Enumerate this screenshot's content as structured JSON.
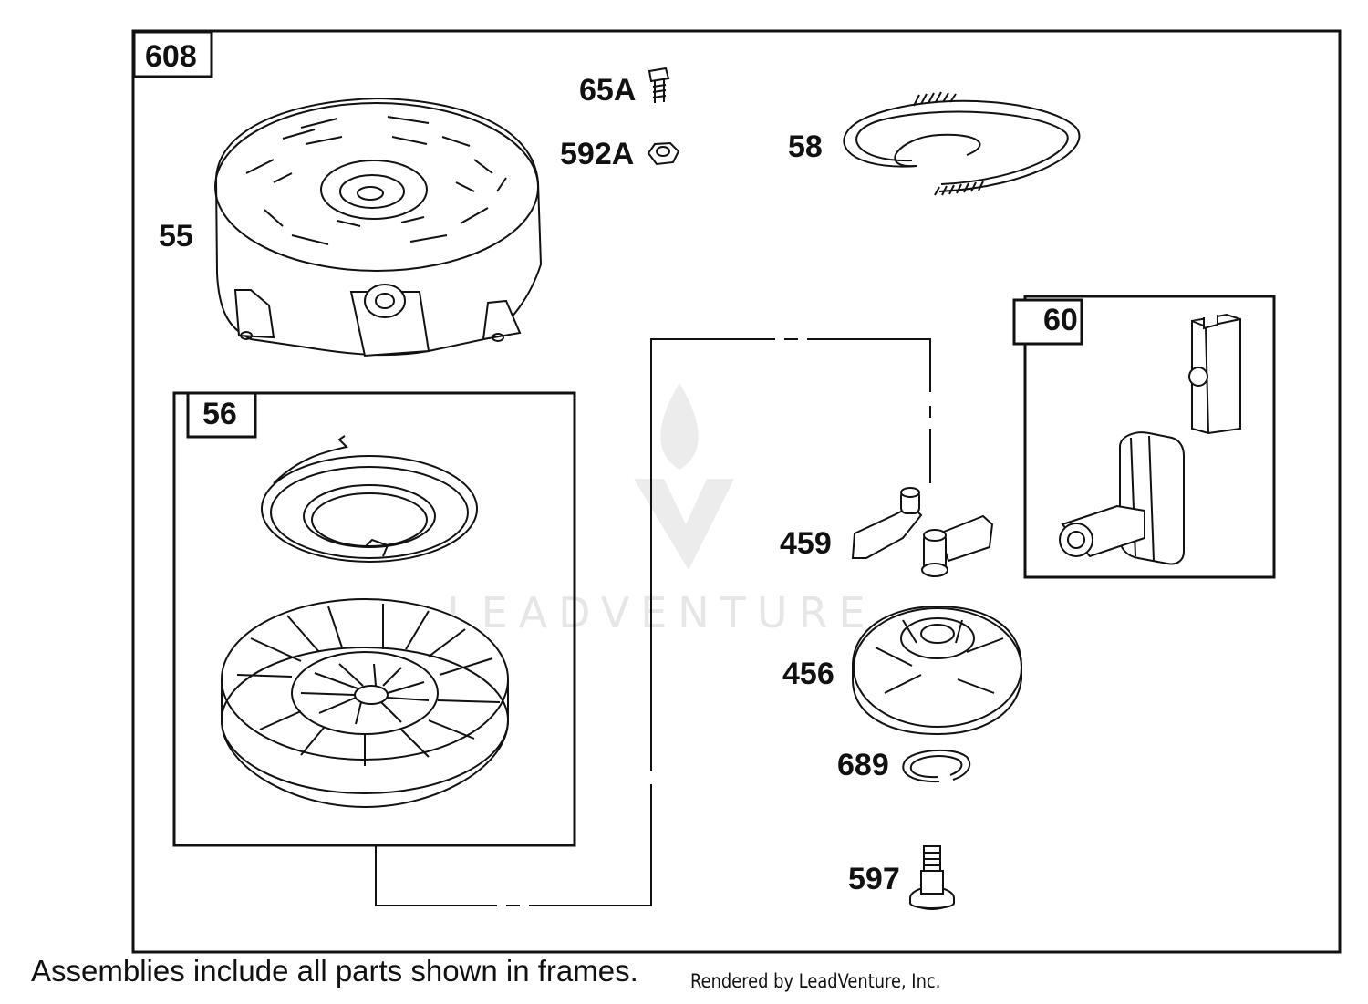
{
  "frames": {
    "main": "608",
    "rewind_spring_pulley": "56",
    "handle": "60"
  },
  "parts": {
    "p55": "55",
    "p56": "56",
    "p58": "58",
    "p60": "60",
    "p65a": "65A",
    "p592a": "592A",
    "p459": "459",
    "p456": "456",
    "p689": "689",
    "p597": "597"
  },
  "watermark": "LEADVENTURE",
  "footnote": "Assemblies include all parts shown in frames.",
  "credit": "Rendered by LeadVenture, Inc.",
  "colors": {
    "line": "#111111",
    "watermark": "#e6e6e6",
    "background": "#ffffff"
  },
  "icons": [
    "starter-housing-icon",
    "bolt-icon",
    "nut-icon",
    "starter-rope-icon",
    "rewind-spring-icon",
    "pulley-icon",
    "starter-handle-icon",
    "pawl-icon",
    "retainer-icon",
    "retaining-ring-icon",
    "screw-icon"
  ]
}
